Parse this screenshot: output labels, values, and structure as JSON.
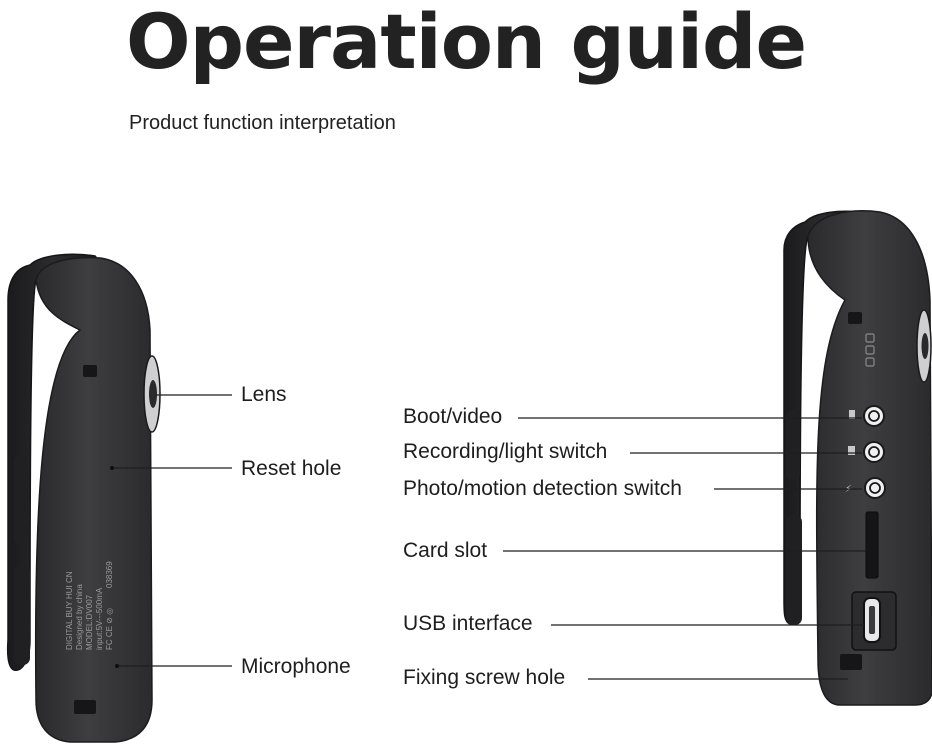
{
  "title": "Operation guide",
  "subtitle": "Product function interpretation",
  "left_device": {
    "callouts": {
      "lens": "Lens",
      "reset_hole": "Reset hole",
      "microphone": "Microphone"
    },
    "printed_label": [
      "DIGITAL BUY HUI CN",
      "Designed by china",
      "MODEL:DV007",
      "input:5V---500mA"
    ],
    "serial": "038369"
  },
  "right_device": {
    "callouts": {
      "boot_video": "Boot/video",
      "recording_light_switch": "Recording/light switch",
      "photo_motion_switch": "Photo/motion detection switch",
      "card_slot": "Card slot",
      "usb_interface": "USB interface",
      "fixing_screw_hole": "Fixing screw hole"
    }
  },
  "colors": {
    "device_body": "#3a3a3c",
    "device_edge": "#1c1c1e",
    "leader_line": "#1e1e1e"
  }
}
